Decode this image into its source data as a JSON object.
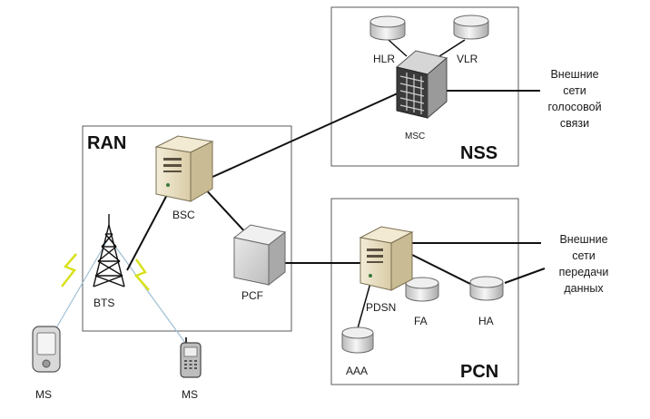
{
  "regions": {
    "ran": "RAN",
    "nss": "NSS",
    "pcn": "PCN"
  },
  "nodes": {
    "hlr": "HLR",
    "vlr": "VLR",
    "msc": "MSC",
    "bsc": "BSC",
    "bts": "BTS",
    "pcf": "PCF",
    "pdsn": "PDSN",
    "fa": "FA",
    "ha": "HA",
    "aaa": "AAA",
    "ms_left": "MS",
    "ms_right": "MS"
  },
  "external": {
    "voice": [
      "Внешние",
      "сети",
      "голосовой",
      "связи"
    ],
    "data": [
      "Внешние",
      "сети",
      "передачи",
      "данных"
    ]
  },
  "colors": {
    "line": "#111111",
    "box_border": "#5a5a5a",
    "server_face": "#e9dfc4",
    "server_side": "#cdbf98",
    "cylinder": "#e4e4e4",
    "radio_link": "#9fbfd4",
    "lightning": "#d8e21c"
  }
}
